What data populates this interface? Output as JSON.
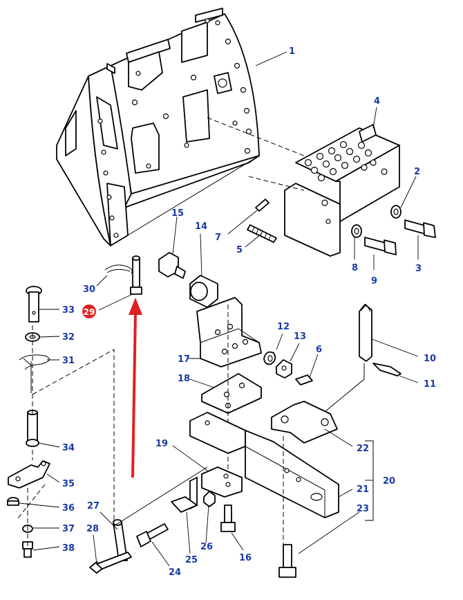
{
  "callouts": [
    {
      "id": "1",
      "text": "1"
    },
    {
      "id": "2",
      "text": "2"
    },
    {
      "id": "3",
      "text": "3"
    },
    {
      "id": "4",
      "text": "4"
    },
    {
      "id": "5",
      "text": "5"
    },
    {
      "id": "6",
      "text": "6"
    },
    {
      "id": "7",
      "text": "7"
    },
    {
      "id": "8",
      "text": "8"
    },
    {
      "id": "9",
      "text": "9"
    },
    {
      "id": "10",
      "text": "10"
    },
    {
      "id": "11",
      "text": "11"
    },
    {
      "id": "12",
      "text": "12"
    },
    {
      "id": "13",
      "text": "13"
    },
    {
      "id": "14",
      "text": "14"
    },
    {
      "id": "15",
      "text": "15"
    },
    {
      "id": "16",
      "text": "16"
    },
    {
      "id": "17",
      "text": "17"
    },
    {
      "id": "18",
      "text": "18"
    },
    {
      "id": "19",
      "text": "19"
    },
    {
      "id": "20",
      "text": "20"
    },
    {
      "id": "21",
      "text": "21"
    },
    {
      "id": "22",
      "text": "22"
    },
    {
      "id": "23",
      "text": "23"
    },
    {
      "id": "24",
      "text": "24"
    },
    {
      "id": "25",
      "text": "25"
    },
    {
      "id": "26",
      "text": "26"
    },
    {
      "id": "27",
      "text": "27"
    },
    {
      "id": "28",
      "text": "28"
    },
    {
      "id": "29",
      "text": "29"
    },
    {
      "id": "30",
      "text": "30"
    },
    {
      "id": "31",
      "text": "31"
    },
    {
      "id": "32",
      "text": "32"
    },
    {
      "id": "33",
      "text": "33"
    },
    {
      "id": "34",
      "text": "34"
    },
    {
      "id": "35",
      "text": "35"
    },
    {
      "id": "36",
      "text": "36"
    },
    {
      "id": "37",
      "text": "37"
    },
    {
      "id": "38",
      "text": "38"
    }
  ],
  "highlight": {
    "callout": "29",
    "color": "#e02020"
  },
  "colors": {
    "label": "#1a3aa6",
    "line": "#000000",
    "arrow": "#e02020"
  }
}
